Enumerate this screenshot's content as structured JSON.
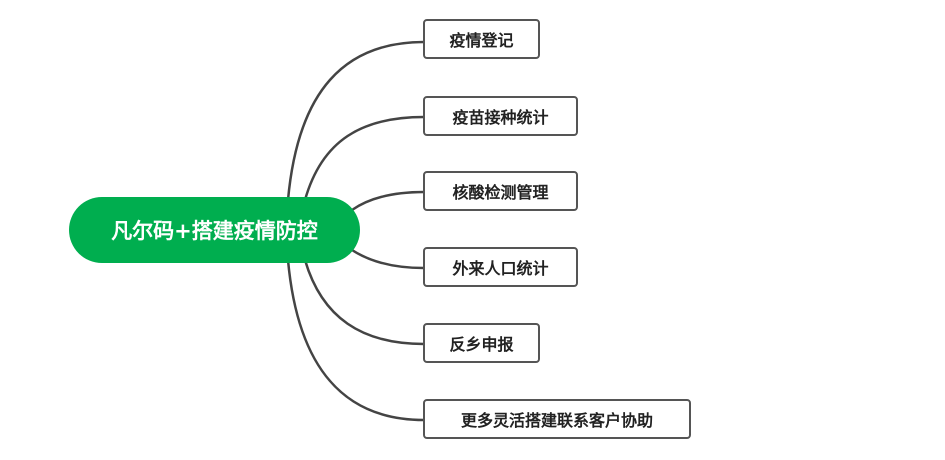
{
  "root": {
    "label": "凡尔码+搭建疫情防控",
    "color": "#00ae4f"
  },
  "branches": [
    {
      "label": "疫情登记"
    },
    {
      "label": "疫苗接种统计"
    },
    {
      "label": "核酸检测管理"
    },
    {
      "label": "外来人口统计"
    },
    {
      "label": "反乡申报"
    },
    {
      "label": "更多灵活搭建联系客户协助"
    }
  ]
}
